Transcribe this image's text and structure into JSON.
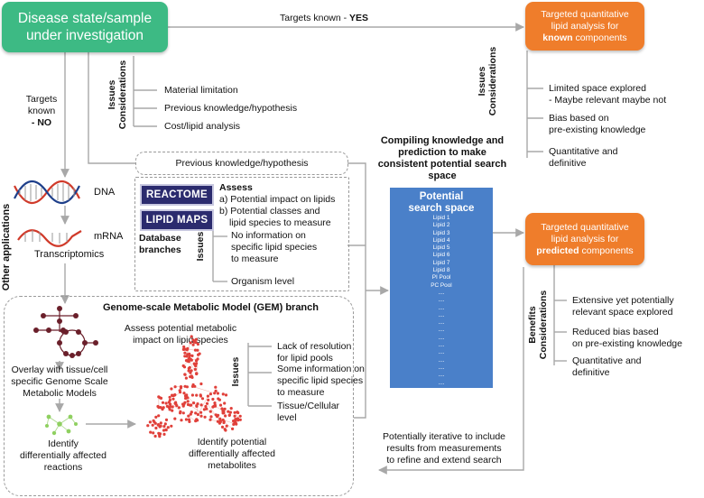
{
  "start": {
    "line1": "Disease state/sample",
    "line2": "under investigation"
  },
  "targets_yes": {
    "prefix": "Targets known - ",
    "bold": "YES"
  },
  "targets_no": {
    "line1": "Targets",
    "line2": "known",
    "bold": "- NO"
  },
  "known_box": {
    "line1": "Targeted quantitative",
    "line2": "lipid analysis for",
    "bold": "known",
    "suffix": " components"
  },
  "predicted_box": {
    "line1": "Targeted quantitative",
    "line2": "lipid analysis for",
    "bold": "predicted",
    "suffix": " components"
  },
  "top_issues": {
    "label1": "Issues",
    "label2": "Considerations",
    "items": [
      "Material limitation",
      "Previous knowledge/hypothesis",
      "Cost/lipid analysis"
    ]
  },
  "known_issues": {
    "label1": "Issues",
    "label2": "Considerations",
    "items": [
      {
        "l1": "Limited space explored",
        "l2": "- Maybe relevant maybe not"
      },
      {
        "l1": "Bias based on",
        "l2": "pre-existing knowledge"
      },
      {
        "l1": "Quantitative and",
        "l2": "definitive"
      }
    ]
  },
  "prev_knowledge": "Previous knowledge/hypothesis",
  "compiling": {
    "l1": "Compiling knowledge and",
    "l2": "prediction to make",
    "l3": "consistent potential search",
    "l4": "space"
  },
  "search_space": {
    "title1": "Potential",
    "title2": "search space",
    "lipids": [
      "Lipid 1",
      "Lipid 2",
      "Lipid 3",
      "Lipid 4",
      "Lipid 5",
      "Lipid 6",
      "Lipid 7",
      "Lipid 8",
      "PI Pool",
      "PC Pool",
      "....",
      "....",
      "....",
      "....",
      "....",
      "....",
      "....",
      "....",
      "....",
      "....",
      "....",
      "....",
      "....",
      "....",
      "....",
      "...."
    ]
  },
  "omics": {
    "dna": "DNA",
    "mrna": "mRNA",
    "transcriptomics": "Transcriptomics",
    "other": "Other applications"
  },
  "db": {
    "reactome": "REACTOME",
    "lipidmaps": "LIPID MAPS",
    "branches1": "Database",
    "branches2": "branches",
    "assess_head": "Assess",
    "assess_a": "a) Potential impact on lipids",
    "assess_b1": "b) Potential classes and",
    "assess_b2": "lipid species to measure",
    "issues_label": "Issues",
    "issue1_l1": "No information on",
    "issue1_l2": "specific lipid species",
    "issue1_l3": "to measure",
    "issue2": "Organism level"
  },
  "gem": {
    "title": "Genome-scale Metabolic Model (GEM) branch",
    "assess1": "Assess potential metabolic",
    "assess2": "impact on lipid species",
    "overlay1": "Overlay with tissue/cell",
    "overlay2": "specific Genome Scale",
    "overlay3": "Metabolic Models",
    "identify_r1": "Identify",
    "identify_r2": "differentially affected",
    "identify_r3": "reactions",
    "identify_m1": "Identify potential",
    "identify_m2": "differentially affected",
    "identify_m3": "metabolites",
    "issues_label": "Issues",
    "issue1_l1": "Lack of resolution",
    "issue1_l2": "for lipid pools",
    "issue2_l1": "Some information on",
    "issue2_l2": "specific lipid species",
    "issue2_l3": "to measure",
    "issue3_l1": "Tissue/Cellular",
    "issue3_l2": "level"
  },
  "benefits": {
    "label1": "Benefits",
    "label2": "Considerations",
    "items": [
      {
        "l1": "Extensive yet potentially",
        "l2": "relevant space explored"
      },
      {
        "l1": "Reduced bias based",
        "l2": "on pre-existing knowledge"
      },
      {
        "l1": "Quantitative and",
        "l2": "definitive"
      }
    ]
  },
  "iterative": {
    "l1": "Potentially iterative to include",
    "l2": "results from measurements",
    "l3": "to refine and extend search"
  },
  "colors": {
    "green": "#3dba84",
    "orange": "#ef7d2b",
    "navy": "#2b2b6e",
    "blue": "#4a80c9",
    "arrow": "#a8a8a8",
    "node_red": "#e0403a",
    "node_dark": "#6a1f2a",
    "node_green": "#8fd060"
  }
}
